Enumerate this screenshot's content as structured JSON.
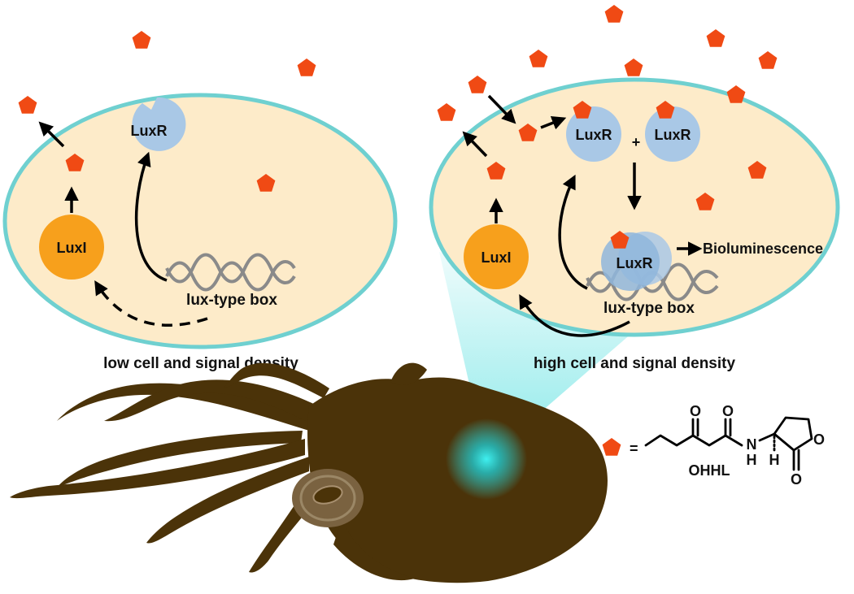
{
  "panels": {
    "low": {
      "caption": "low cell and signal density",
      "luxi_label": "LuxI",
      "luxr_label": "LuxR",
      "box_label": "lux-type box"
    },
    "high": {
      "caption": "high cell and signal density",
      "luxi_label": "LuxI",
      "luxr_left_label": "LuxR",
      "luxr_right_label": "LuxR",
      "plus": "+",
      "complex_label": "LuxR",
      "output_label": "Bioluminescence",
      "box_label": "lux-type box"
    }
  },
  "legend": {
    "equals": "=",
    "compound_name": "OHHL",
    "atoms": {
      "oxygen": "O",
      "nitrogen": "N",
      "hydrogen": "H"
    }
  },
  "colors": {
    "cell_fill": "#fdebc9",
    "cell_border": "#6fd0d0",
    "luxi": "#f7a01c",
    "luxr": "#a9c8e6",
    "signal": "#f04a14",
    "squid": "#4b3309",
    "glow": "#2fd8d8"
  }
}
